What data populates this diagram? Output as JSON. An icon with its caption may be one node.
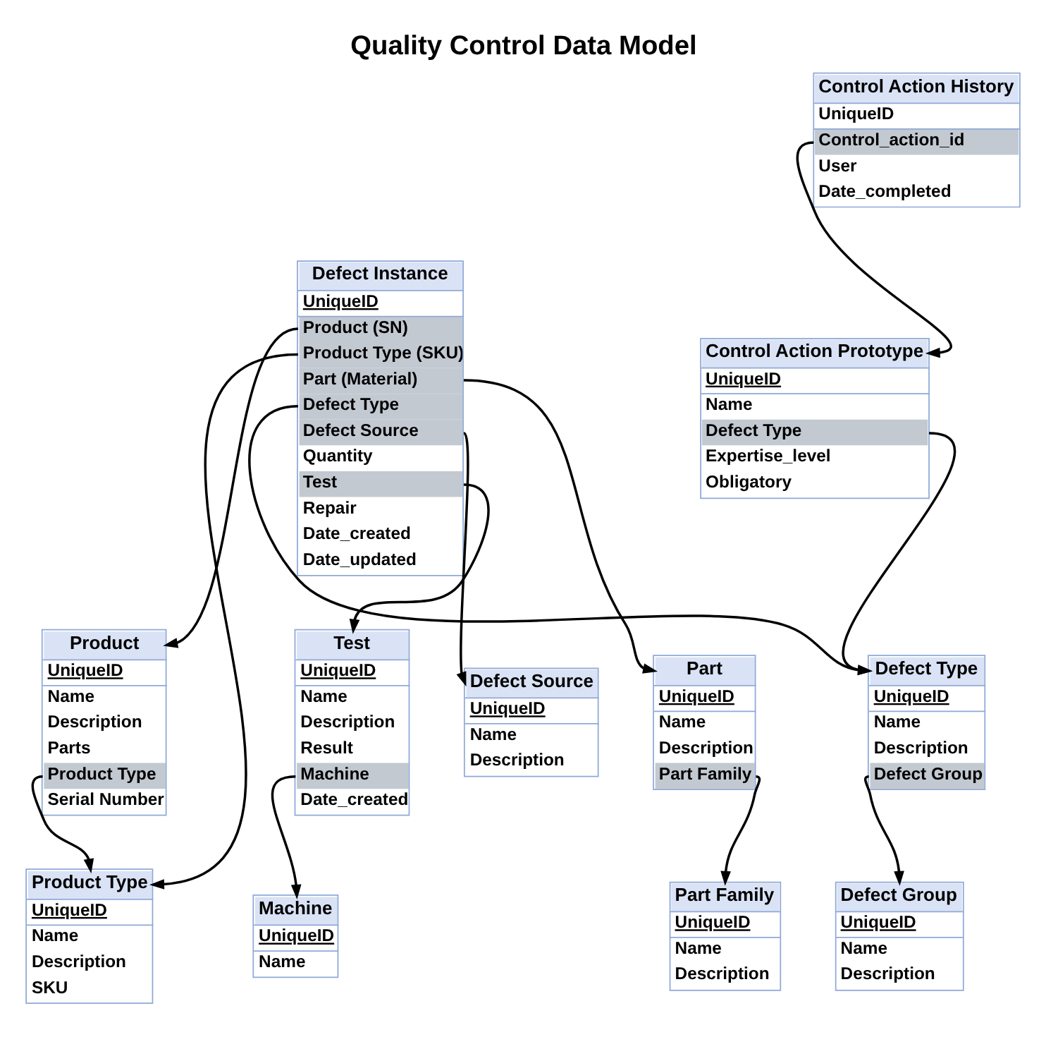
{
  "diagram": {
    "title": "Quality Control Data Model",
    "nodes": [
      {
        "text": [
          "Product",
          "UniqueID",
          "Name",
          "Description",
          "Parts",
          "Product Type",
          "Serial Number"
        ]
      },
      {
        "text": [
          "Part Family",
          "UniqueID",
          "Name",
          "Description"
        ]
      },
      {
        "text": [
          "Defect Instance",
          "UniqueID",
          "Product (SN)",
          "Product Type (SKU)",
          "Part (Material)",
          "Defect Type",
          "Defect Source",
          "Quantity",
          "Test",
          "Repair",
          "Date_created",
          "Date_updated"
        ]
      },
      {
        "text": [
          "Part",
          "UniqueID",
          "Name",
          "Description",
          "Part Family"
        ]
      },
      {
        "text": [
          "Product Type",
          "UniqueID",
          "Name",
          "Description",
          "SKU"
        ]
      },
      {
        "text": [
          "Defect Source",
          "UniqueID",
          "Name",
          "Description"
        ]
      },
      {
        "text": [
          "Control Action Prototype",
          "UniqueID",
          "Name",
          "Defect Type",
          "Expertise_level",
          "Obligatory"
        ]
      },
      {
        "text": [
          "Defect Type",
          "UniqueID",
          "Name",
          "Description",
          "Defect Group"
        ]
      },
      {
        "text": [
          "Test",
          "UniqueID",
          "Name",
          "Description",
          "Result",
          "Machine",
          "Date_created"
        ]
      },
      {
        "text": [
          "Control Action History",
          "UniqueID",
          "Control_action_id",
          "User",
          "Date_completed"
        ]
      },
      {
        "text": [
          "Defect Group",
          "UniqueID",
          "Name",
          "Description"
        ]
      },
      {
        "text": [
          "Machine",
          "UniqueID",
          "Name"
        ]
      }
    ],
    "edges": [
      {
        "from": 0,
        "to": 4,
        "arrow": "to"
      },
      {
        "from": 2,
        "to": 0,
        "arrow": "to"
      },
      {
        "from": 2,
        "to": 4,
        "arrow": "to"
      },
      {
        "from": 2,
        "to": 3,
        "arrow": "to"
      },
      {
        "from": 2,
        "to": 7,
        "arrow": "to"
      },
      {
        "from": 6,
        "to": 7,
        "arrow": "to"
      },
      {
        "from": 2,
        "to": 5,
        "arrow": "to"
      },
      {
        "from": 2,
        "to": 8,
        "arrow": "to"
      },
      {
        "from": 3,
        "to": 1,
        "arrow": "to"
      },
      {
        "from": 7,
        "to": 10,
        "arrow": "to"
      },
      {
        "from": 8,
        "to": 11,
        "arrow": "to"
      },
      {
        "from": 9,
        "to": 6,
        "arrow": "to"
      }
    ]
  }
}
